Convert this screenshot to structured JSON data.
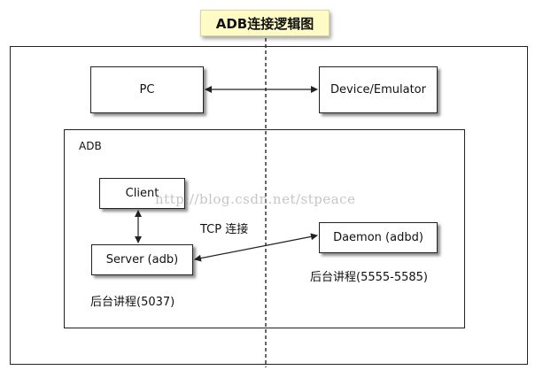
{
  "title": "ADB连接逻辑图",
  "container": {
    "adb_label": "ADB"
  },
  "nodes": {
    "pc": "PC",
    "device": "Device/Emulator",
    "client": "Client",
    "server": "Server (adb)",
    "daemon": "Daemon (adbd)"
  },
  "edges": {
    "tcp_label": "TCP 连接"
  },
  "annotations": {
    "server_process": "后台讲程(5037)",
    "daemon_process": "后台讲程(5555-5585)"
  },
  "watermark": "http://blog.csdn.net/stpeace",
  "colors": {
    "title_background": "#fffbc6",
    "line": "#222222"
  }
}
